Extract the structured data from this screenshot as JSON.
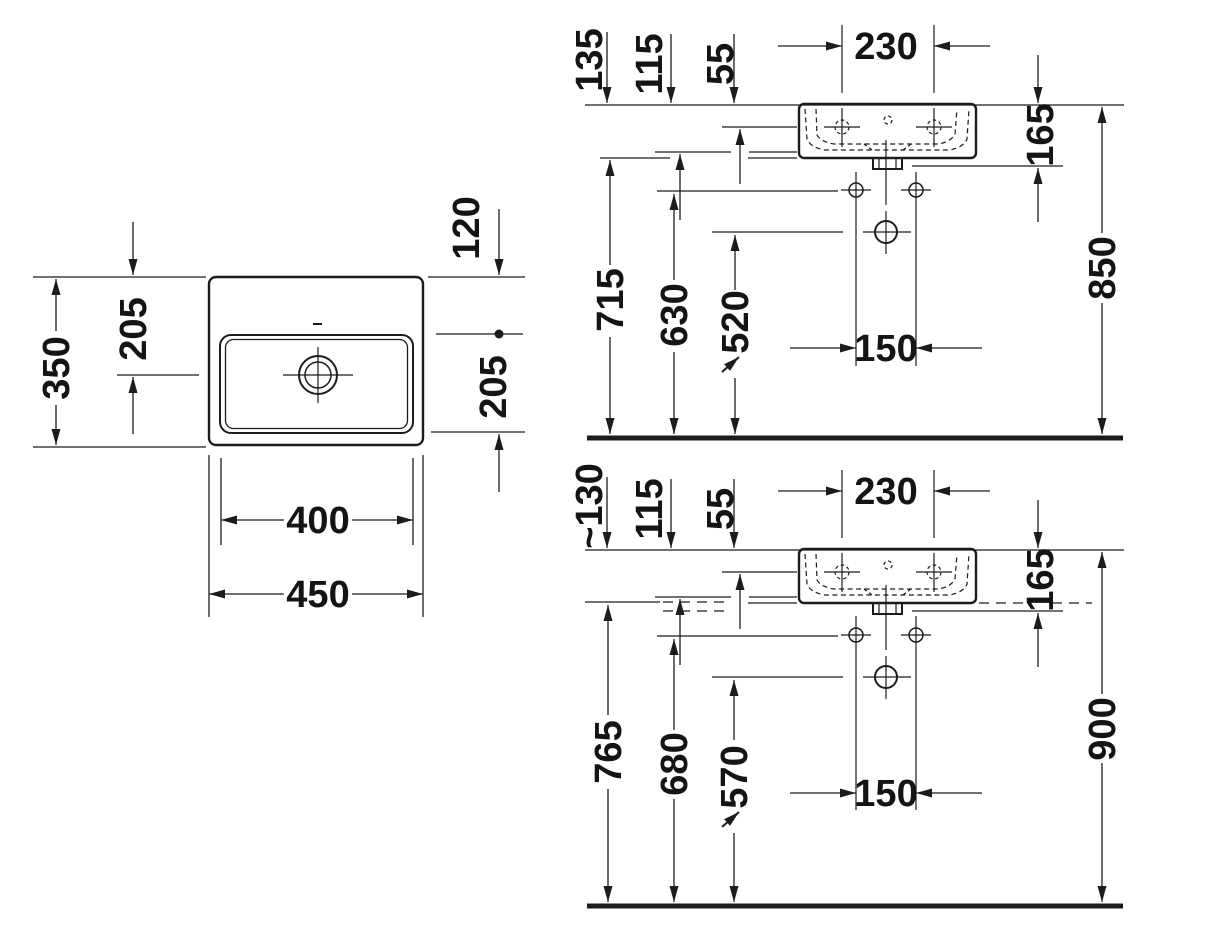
{
  "colors": {
    "line": "#1c1c1c",
    "text": "#141414",
    "background": "#ffffff"
  },
  "views": {
    "plan": {
      "label_overall_depth": "350",
      "label_drain_from_back": "205",
      "label_tap_from_back": "120",
      "label_front_chain": "205",
      "label_inner_width": "400",
      "label_overall_width": "450"
    },
    "wall_elevation": {
      "label_rim_to_bottom": "135",
      "label_rim_to_basin": "115",
      "label_rim_to_taps": "55",
      "label_tap_spacing": "230",
      "label_rim_to_outlet": "165",
      "label_bottom_height": "715",
      "label_fixing_height": "630",
      "label_drain_height": "520",
      "label_fixing_spacing": "150",
      "label_rim_height": "850"
    },
    "counter_elevation": {
      "label_rim_to_bottom": "~130",
      "label_rim_to_basin": "115",
      "label_rim_to_taps": "55",
      "label_tap_spacing": "230",
      "label_rim_to_outlet": "165",
      "label_bottom_height": "765",
      "label_fixing_height": "680",
      "label_drain_height": "570",
      "label_fixing_spacing": "150",
      "label_rim_height": "900"
    }
  }
}
